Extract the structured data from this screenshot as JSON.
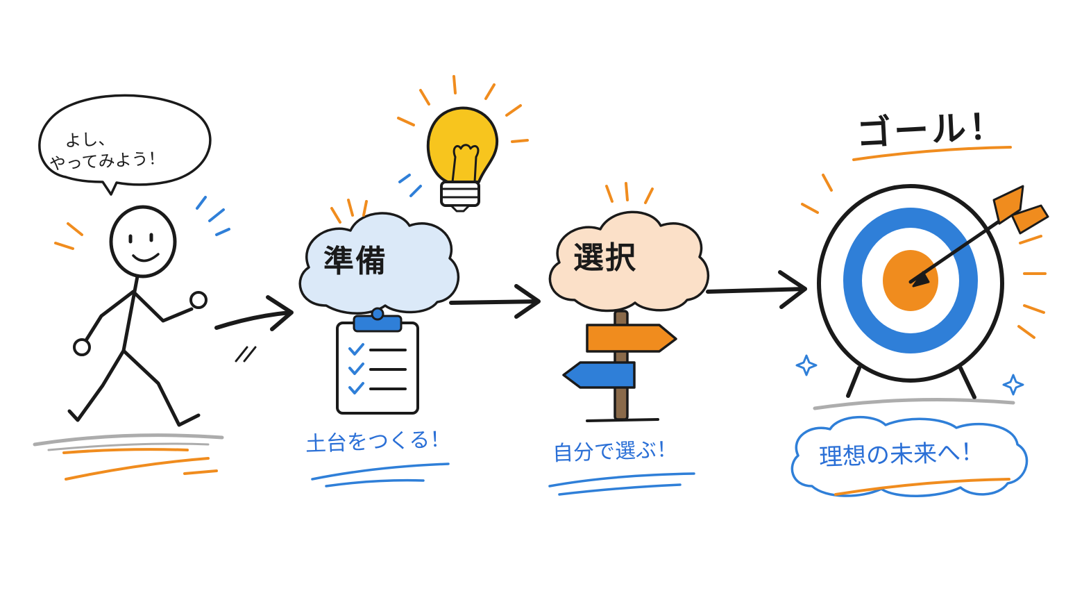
{
  "speech_bubble": {
    "line1": "よし、",
    "line2": "やってみよう！"
  },
  "stages": [
    {
      "title": "準備",
      "caption": "土台をつくる！",
      "icon": "clipboard-checklist-icon",
      "bubble_color": "#dbe9f8"
    },
    {
      "title": "選択",
      "caption": "自分で選ぶ！",
      "icon": "signpost-icon",
      "bubble_color": "#fbe0c8"
    },
    {
      "title": "ゴール！",
      "caption": "理想の未来へ！",
      "icon": "target-arrow-icon"
    }
  ],
  "colors": {
    "ink": "#1a1a1a",
    "accent_orange": "#f08c1e",
    "accent_blue": "#2f7fd8",
    "bulb_yellow": "#f7c51e"
  }
}
